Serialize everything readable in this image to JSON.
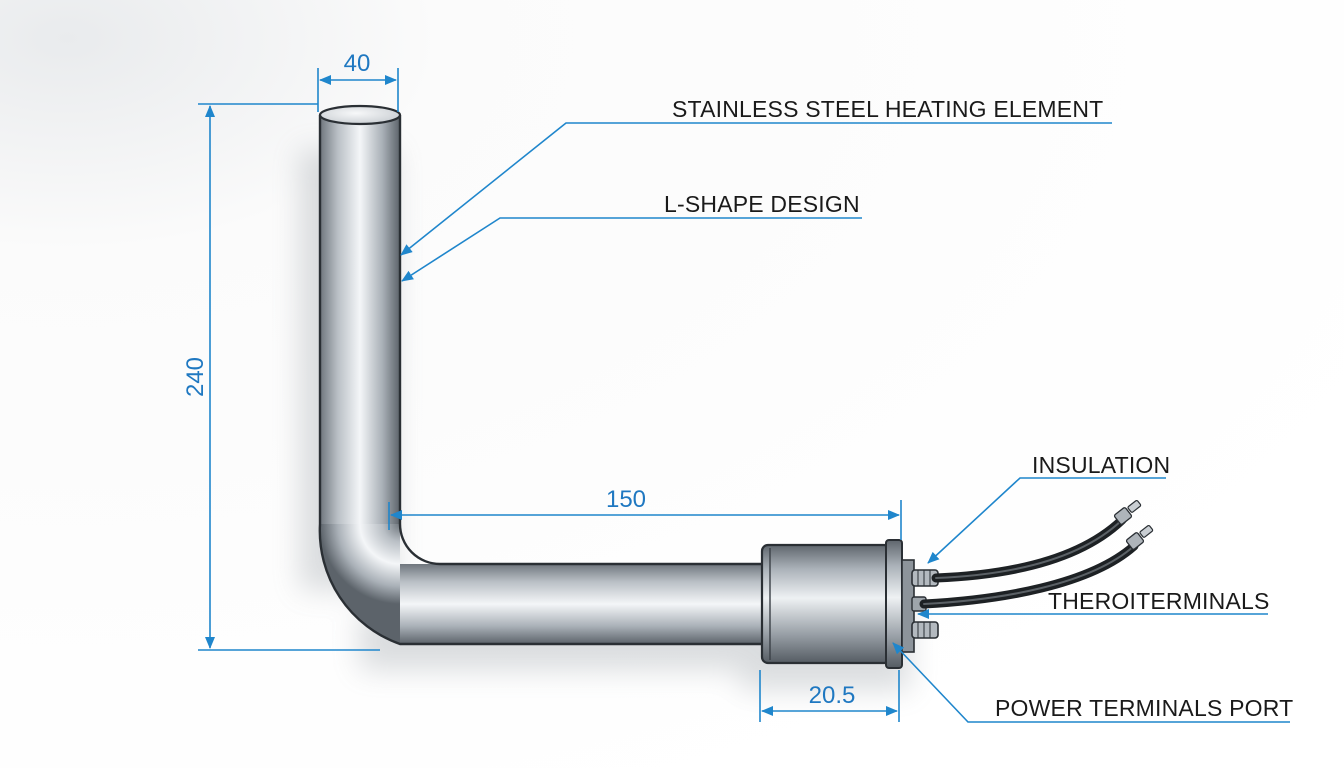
{
  "dimensions": {
    "top_width": "40",
    "vertical_length": "240",
    "horizontal_length": "150",
    "sleeve_length": "20.5"
  },
  "labels": {
    "heating_element": "STAINLESS STEEL HEATING ELEMENT",
    "shape": "L-SHAPE DESIGN",
    "insulation": "INSULATION",
    "terminals": "THEROITERMINALS",
    "power_port": "POWER TERMINALS PORT"
  },
  "colors": {
    "dimension_line": "#1f86cc",
    "dimension_text": "#1f78c1",
    "label_text": "#1a1a1a",
    "steel_light": "#f4f6f8",
    "steel_dark": "#6f767d"
  }
}
